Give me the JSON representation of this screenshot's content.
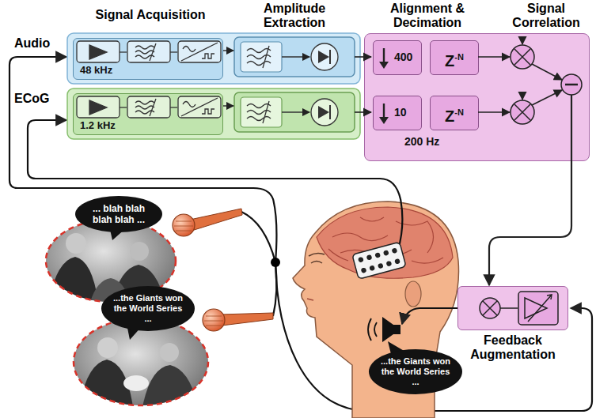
{
  "diagram": {
    "nodes": [
      {
        "text": [
          "48 kHz"
        ]
      },
      {
        "text": [
          "1.2 kHz"
        ]
      },
      {
        "text": [
          "200 Hz"
        ]
      },
      {
        "text": [
          "400"
        ],
        "in": 2
      },
      {
        "text": [
          "Z",
          "-N"
        ],
        "in": 2
      },
      {
        "text": [
          "10"
        ],
        "in": 2
      },
      {
        "text": [
          "Z",
          "-N"
        ],
        "in": 2
      },
      {
        "text": [
          "Feedback Augmentation"
        ]
      },
      {
        "text": [
          "... blah blah blah blah ..."
        ]
      },
      {
        "text": [
          "...the Giants won the World Series ..."
        ]
      },
      {
        "text": [
          "...the Giants won the World Series ..."
        ]
      }
    ],
    "edges": [
      {
        "from": 3,
        "to": 4,
        "arrow": "to"
      },
      {
        "from": 5,
        "to": 6,
        "arrow": "to"
      }
    ],
    "labels": [
      "Signal Acquisition",
      "Amplitude Extraction",
      "Alignment & Decimation",
      "Signal Correlation",
      "Audio",
      "ECoG"
    ]
  }
}
